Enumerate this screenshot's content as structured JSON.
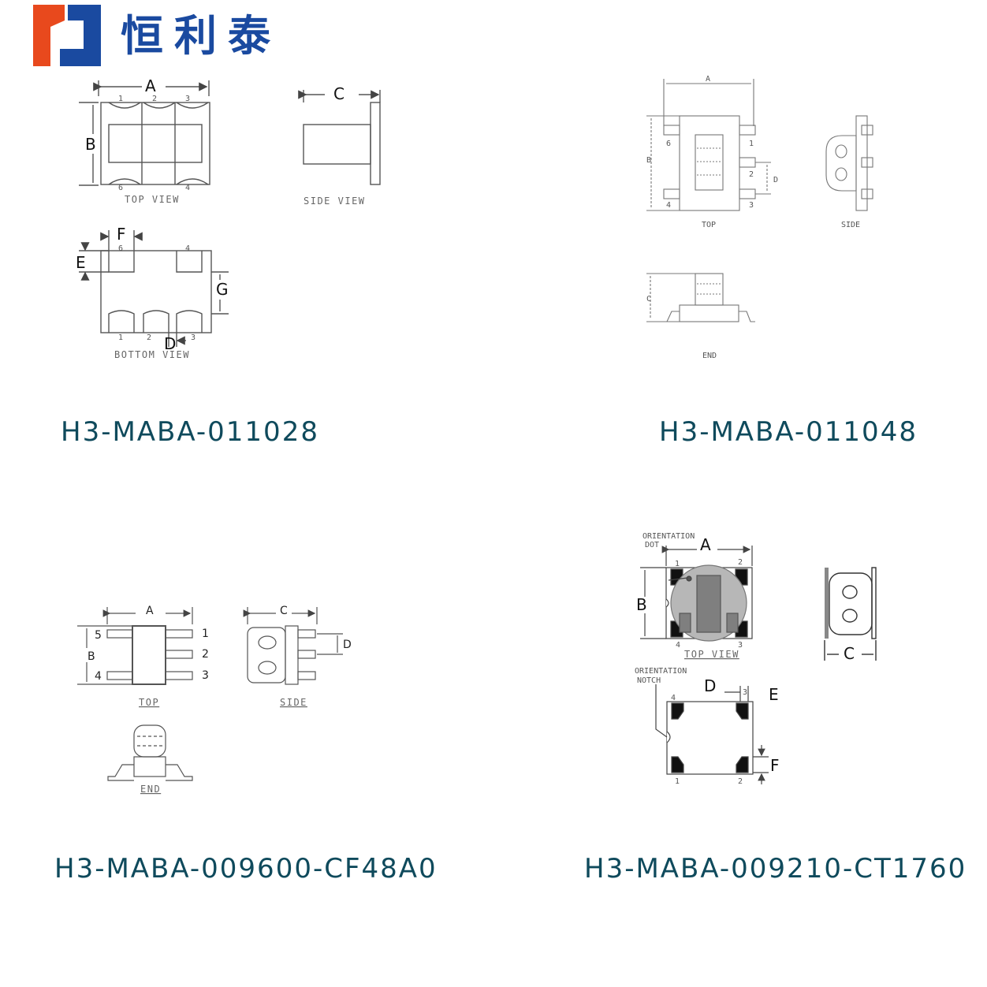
{
  "brand": {
    "name": "恒利泰",
    "colors": {
      "logo_orange": "#e8491d",
      "logo_blue": "#1a4aa0",
      "part_text": "#0f4a5c"
    }
  },
  "parts": [
    {
      "id": "H3-MABA-011028",
      "views": {
        "top": "TOP VIEW",
        "side": "SIDE VIEW",
        "bottom": "BOTTOM VIEW"
      },
      "dims": {
        "a": "A",
        "b": "B",
        "c": "C",
        "d": "D",
        "e": "E",
        "f": "F",
        "g": "G"
      },
      "pins": {
        "p1": "1",
        "p2": "2",
        "p3": "3",
        "p4": "4",
        "p6": "6"
      }
    },
    {
      "id": "H3-MABA-011048",
      "views": {
        "top": "TOP",
        "side": "SIDE",
        "end": "END"
      },
      "dims": {
        "a": "A",
        "b": "B",
        "c": "C",
        "d": "D"
      },
      "pins": {
        "p1": "1",
        "p2": "2",
        "p3": "3",
        "p4": "4",
        "p6": "6"
      }
    },
    {
      "id": "H3-MABA-009600-CF48A0",
      "views": {
        "top": "TOP",
        "side": "SIDE",
        "end": "END"
      },
      "dims": {
        "a": "A",
        "b": "B",
        "c": "C",
        "d": "D"
      },
      "pins": {
        "p1": "1",
        "p2": "2",
        "p3": "3",
        "p4": "4",
        "p5": "5"
      }
    },
    {
      "id": "H3-MABA-009210-CT1760",
      "views": {
        "top": "TOP VIEW",
        "dot_1": "ORIENTATION",
        "dot_2": "DOT",
        "notch_1": "ORIENTATION",
        "notch_2": "NOTCH"
      },
      "dims": {
        "a": "A",
        "b": "B",
        "c": "C",
        "d": "D",
        "e": "E",
        "f": "F"
      },
      "pins": {
        "p1": "1",
        "p2": "2",
        "p3": "3",
        "p4": "4"
      }
    }
  ]
}
